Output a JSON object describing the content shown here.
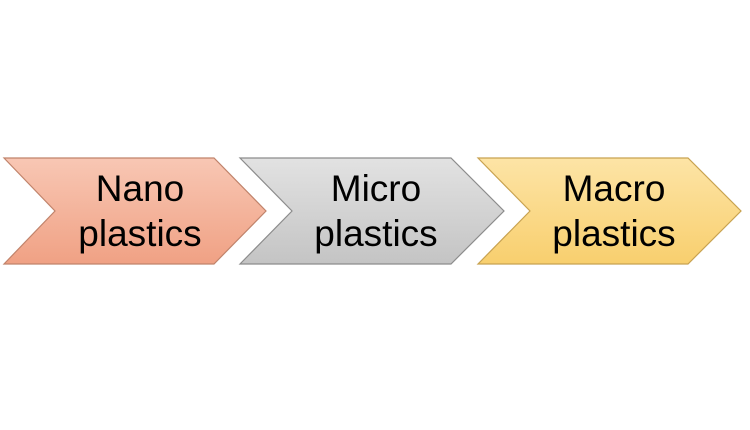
{
  "chevrons": [
    {
      "line1": "Nano",
      "line2": "plastics",
      "fill_top": "#f8c7b4",
      "fill_bottom": "#f0a184",
      "stroke": "#c0836b"
    },
    {
      "line1": "Micro",
      "line2": "plastics",
      "fill_top": "#e2e2e2",
      "fill_bottom": "#c4c4c4",
      "stroke": "#8c8c8c"
    },
    {
      "line1": "Macro",
      "line2": "plastics",
      "fill_top": "#fde4a6",
      "fill_bottom": "#f8cf6e",
      "stroke": "#c8a250"
    }
  ]
}
